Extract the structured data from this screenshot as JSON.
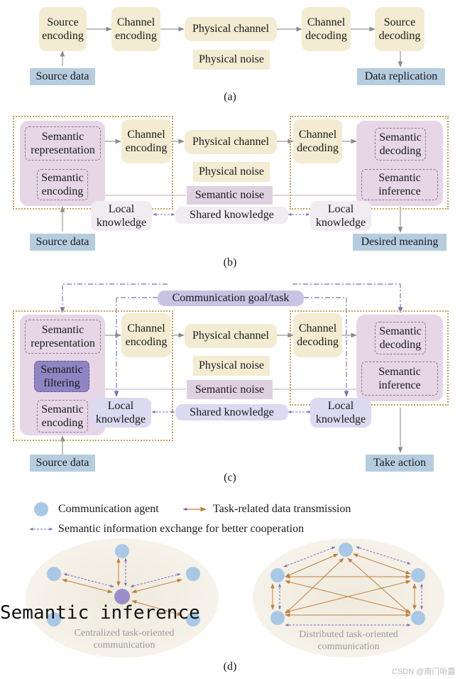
{
  "panel_a": {
    "source_encoding": "Source\nencoding",
    "channel_encoding": "Channel\nencoding",
    "physical_channel": "Physical channel",
    "physical_noise": "Physical noise",
    "channel_decoding": "Channel\ndecoding",
    "source_decoding": "Source\ndecoding",
    "source_data": "Source data",
    "data_replication": "Data replication",
    "caption": "(a)"
  },
  "panel_b": {
    "semantic_representation": "Semantic\nrepresentation",
    "semantic_encoding": "Semantic\nencoding",
    "channel_encoding": "Channel\nencoding",
    "physical_channel": "Physical channel",
    "physical_noise": "Physical noise",
    "semantic_noise": "Semantic noise",
    "channel_decoding": "Channel\ndecoding",
    "semantic_decoding": "Semantic\ndecoding",
    "semantic_inference": "Semantic\ninference",
    "local_knowledge_left": "Local\nknowledge",
    "shared_knowledge": "Shared knowledge",
    "local_knowledge_right": "Local\nknowledge",
    "source_data": "Source data",
    "desired_meaning": "Desired meaning",
    "caption": "(b)"
  },
  "panel_c": {
    "communication_goal": "Communication goal/task",
    "semantic_representation": "Semantic\nrepresentation",
    "semantic_filtering": "Semantic\nfiltering",
    "semantic_encoding": "Semantic\nencoding",
    "channel_encoding": "Channel\nencoding",
    "physical_channel": "Physical channel",
    "physical_noise": "Physical noise",
    "semantic_noise": "Semantic noise",
    "channel_decoding": "Channel\ndecoding",
    "semantic_decoding": "Semantic\ndecoding",
    "semantic_inference": "Semantic\ninference",
    "local_knowledge_left": "Local\nknowledge",
    "shared_knowledge": "Shared knowledge",
    "local_knowledge_right": "Local\nknowledge",
    "source_data": "Source data",
    "take_action": "Take action",
    "caption": "(c)"
  },
  "panel_d": {
    "legend_agent": "Communication agent",
    "legend_task_data": "Task-related data transmission",
    "legend_semantic_exchange": "Semantic information exchange for better cooperation",
    "centralized_label": "Centralized task-oriented\ncommunication",
    "distributed_label": "Distributed task-oriented\ncommunication",
    "overlay_text": "Semantic inference",
    "caption": "(d)"
  },
  "colors": {
    "beige": "#f3ecd2",
    "blue": "#b6cde0",
    "purple": "#e6d6e6",
    "agent": "#a8c8e6",
    "central_agent": "#9a8fc8",
    "task_arrow": "#c98a4a",
    "semantic_arrow": "#8a7fc2"
  },
  "watermark": "CSDN @南门听露"
}
